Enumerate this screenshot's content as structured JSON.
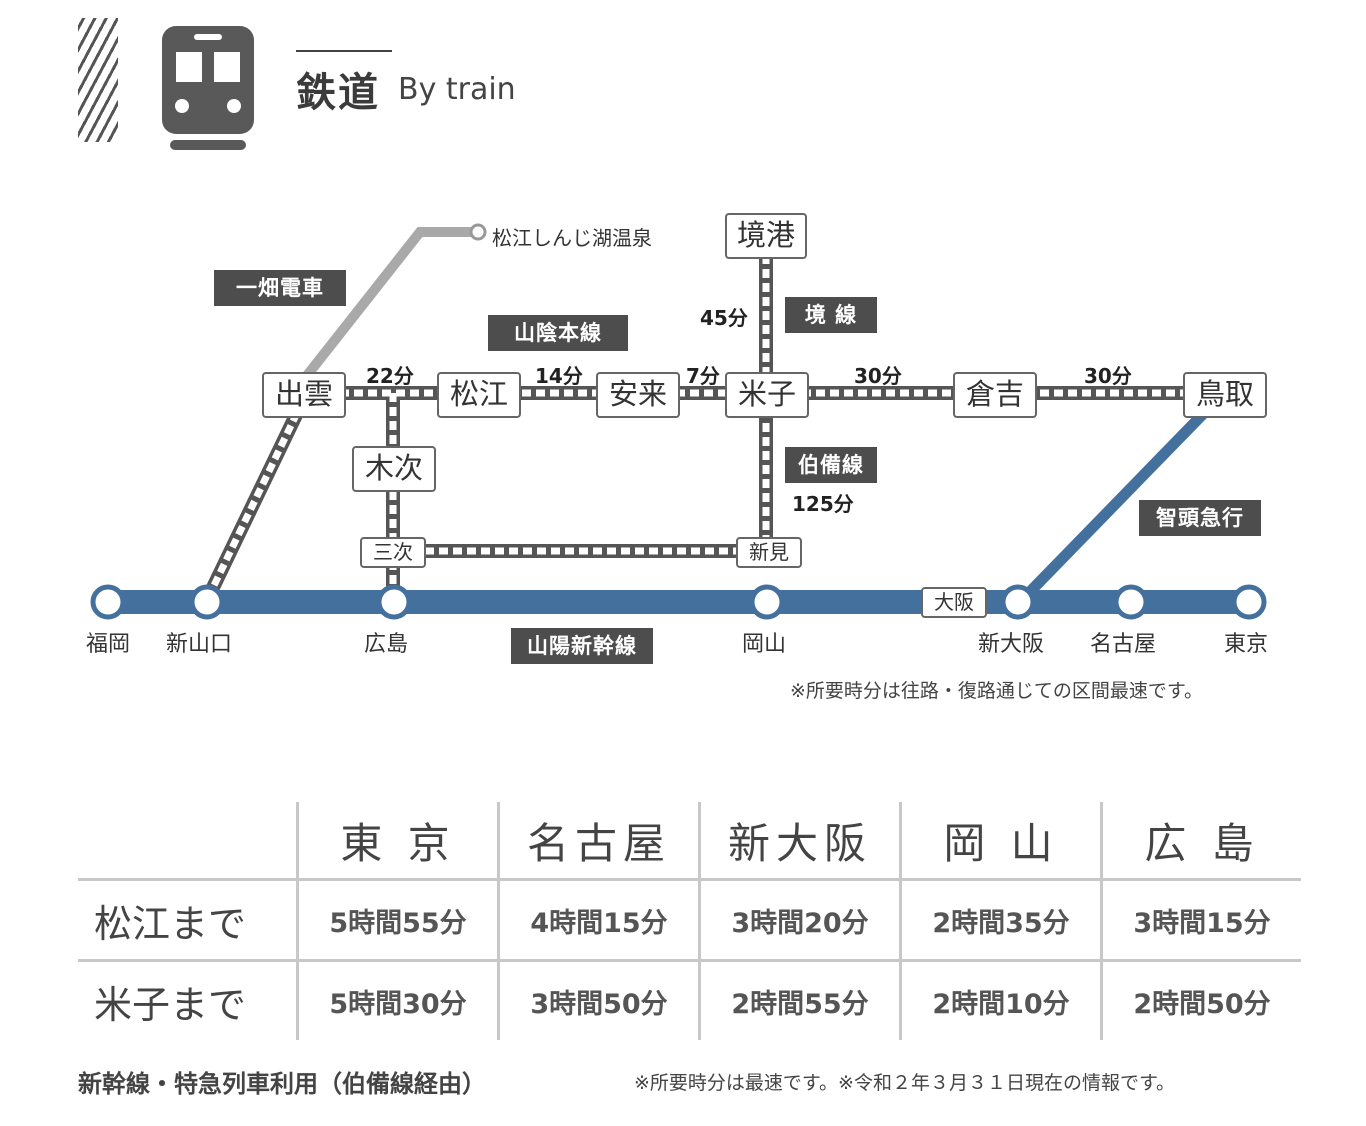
{
  "header": {
    "title_jp": "鉄道",
    "title_en": "By train"
  },
  "map": {
    "onsen": "松江しんじ湖温泉",
    "lines": {
      "ichibata": "一畑電車",
      "sanin": "山陰本線",
      "sakai": "境 線",
      "hakubi": "伯備線",
      "chizu": "智頭急行",
      "sanyo": "山陽新幹線"
    },
    "stations": {
      "sakaiminato": "境港",
      "izumo": "出雲",
      "matsue": "松江",
      "yasugi": "安来",
      "yonago": "米子",
      "kurayoshi": "倉吉",
      "tottori": "鳥取",
      "kisuki": "木次",
      "miyoshi": "三次",
      "niimi": "新見",
      "osaka": "大阪"
    },
    "times": {
      "izumo_matsue": "22分",
      "matsue_yasugi": "14分",
      "yasugi_yonago": "7分",
      "yonago_kurayoshi": "30分",
      "kurayoshi_tottori": "30分",
      "sakai": "45分",
      "hakubi": "125分"
    },
    "stops": {
      "fukuoka": "福岡",
      "shinyamaguchi": "新山口",
      "hiroshima": "広島",
      "okayama": "岡山",
      "shinosaka": "新大阪",
      "nagoya": "名古屋",
      "tokyo": "東京"
    },
    "note": "※所要時分は往路・復路通じての区間最速です。"
  },
  "table": {
    "headers": [
      "東 京",
      "名古屋",
      "新大阪",
      "岡 山",
      "広 島"
    ],
    "rows": [
      {
        "label": "松江まで",
        "values": [
          "5時間55分",
          "4時間15分",
          "3時間20分",
          "2時間35分",
          "3時間15分"
        ]
      },
      {
        "label": "米子まで",
        "values": [
          "5時間30分",
          "3時間50分",
          "2時間55分",
          "2時間10分",
          "2時間50分"
        ]
      }
    ]
  },
  "footer": {
    "left": "新幹線・特急列車利用（伯備線経由）",
    "right": "※所要時分は最速です。※令和２年３月３１日現在の情報です。"
  },
  "colors": {
    "shinkansen": "#44709e",
    "ichibata": "#a9a9a9",
    "jr": "#555555"
  }
}
